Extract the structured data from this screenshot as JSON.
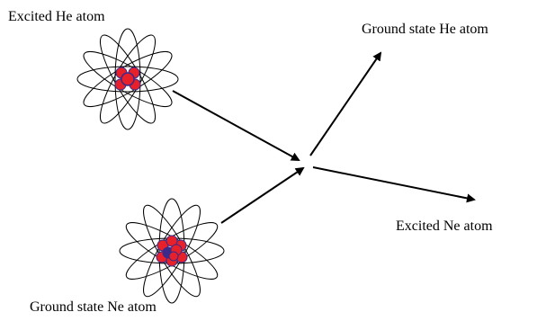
{
  "labels": {
    "excited_he": "Excited He atom",
    "ground_he": "Ground state He atom",
    "excited_ne": "Excited Ne atom",
    "ground_ne": "Ground state Ne atom"
  },
  "colors": {
    "nucleus_proton": "#e8202a",
    "nucleus_neutron": "#3b2a8a",
    "orbit": "#000000",
    "arrow": "#000000"
  },
  "icons": {
    "atom_he": "atom-icon",
    "atom_ne": "atom-icon"
  }
}
